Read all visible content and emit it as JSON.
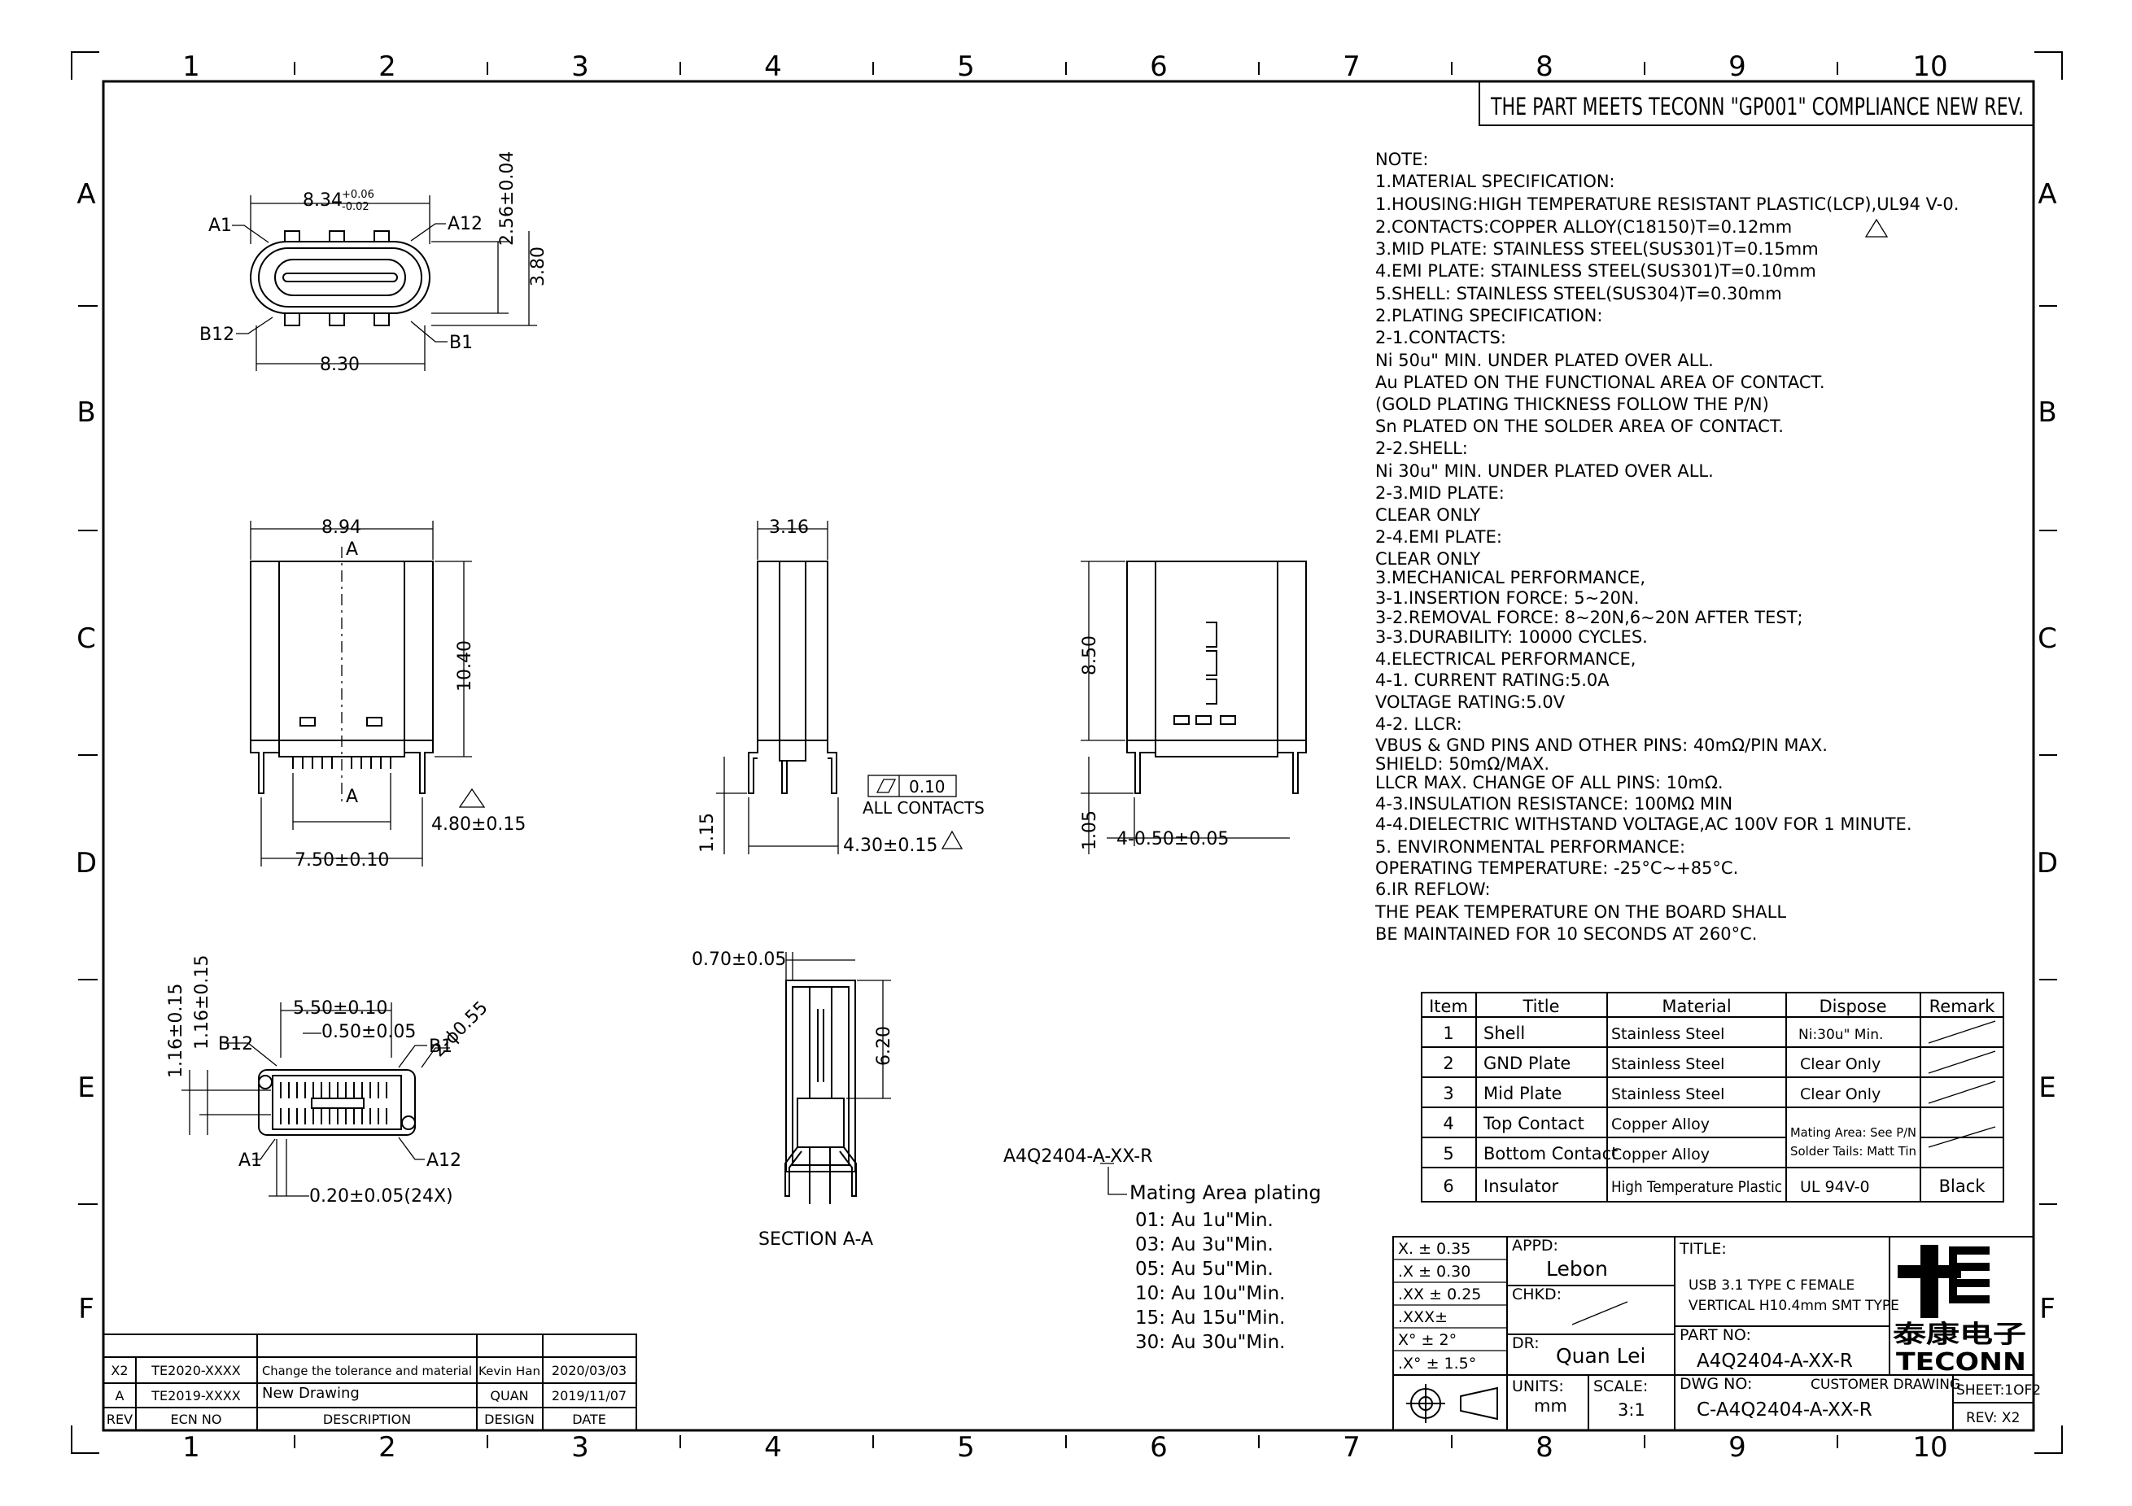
{
  "compliance": "THE PART MEETS TECONN \"GP001\" COMPLIANCE NEW REV.",
  "zones": {
    "columns": [
      "1",
      "2",
      "3",
      "4",
      "5",
      "6",
      "7",
      "8",
      "9",
      "10"
    ],
    "rows": [
      "A",
      "B",
      "C",
      "D",
      "E",
      "F"
    ]
  },
  "views": {
    "front": {
      "width_top": "8.34",
      "width_top_tol_plus": "+0.06",
      "width_top_tol_minus": "-0.02",
      "height_shell": "2.56±0.04",
      "height_total": "3.80",
      "width_bottom": "8.30",
      "pin_a1": "A1",
      "pin_a12": "A12",
      "pin_b12": "B12",
      "pin_b1": "B1"
    },
    "side": {
      "width": "8.94",
      "height": "10.40",
      "section_mark": "A",
      "pitch_tail": "4.80±0.15",
      "tail_span": "7.50±0.10"
    },
    "end": {
      "thickness": "3.16",
      "tail": "1.15",
      "coplanarity": "0.10",
      "coplanarity_note": "ALL CONTACTS",
      "tail_width": "4.30±0.15"
    },
    "rear": {
      "height": "8.50",
      "tail": "1.05",
      "tail_width": "4-0.50±0.05"
    },
    "bottom": {
      "pitch_group": "5.50±0.10",
      "pitch": "0.50±0.05",
      "hole": "2-ϕ0.55",
      "offset1": "1.16±0.15",
      "offset2": "1.16±0.15",
      "pin_width": "0.20±0.05(24X)",
      "pin_b12": "B12",
      "pin_b1": "B1",
      "pin_a1": "A1",
      "pin_a12": "A12"
    },
    "section": {
      "label": "SECTION A-A",
      "shell": "0.70±0.05",
      "height": "6.20"
    }
  },
  "part_code": {
    "code": "A4Q2404-A-XX-R",
    "caption": "Mating Area plating",
    "options": [
      "01: Au 1u\"Min.",
      "03: Au 3u\"Min.",
      "05: Au 5u\"Min.",
      "10: Au 10u\"Min.",
      "15: Au 15u\"Min.",
      "30: Au 30u\"Min."
    ]
  },
  "notes": [
    "NOTE:",
    "1.MATERIAL SPECIFICATION:",
    "  1.HOUSING:HIGH TEMPERATURE RESISTANT PLASTIC(LCP),UL94 V-0.",
    "  2.CONTACTS:COPPER ALLOY(C18150)T=0.12mm",
    "  3.MID PLATE: STAINLESS STEEL(SUS301)T=0.15mm",
    "  4.EMI PLATE: STAINLESS STEEL(SUS301)T=0.10mm",
    "  5.SHELL: STAINLESS STEEL(SUS304)T=0.30mm",
    "2.PLATING SPECIFICATION:",
    "  2-1.CONTACTS:",
    "   Ni 50u\" MIN. UNDER PLATED OVER ALL.",
    "   Au PLATED ON THE FUNCTIONAL AREA OF CONTACT.",
    "   (GOLD PLATING THICKNESS FOLLOW THE P/N)",
    "   Sn PLATED ON THE SOLDER AREA OF CONTACT.",
    "2-2.SHELL:",
    "   Ni 30u\" MIN. UNDER PLATED OVER ALL.",
    "2-3.MID PLATE:",
    "   CLEAR ONLY",
    "2-4.EMI PLATE:",
    "   CLEAR ONLY",
    "3.MECHANICAL PERFORMANCE,",
    "   3-1.INSERTION FORCE: 5~20N.",
    "   3-2.REMOVAL FORCE: 8~20N,6~20N AFTER TEST;",
    "   3-3.DURABILITY: 10000 CYCLES.",
    "4.ELECTRICAL PERFORMANCE,",
    "   4-1. CURRENT RATING:5.0A",
    "        VOLTAGE RATING:5.0V",
    "   4-2. LLCR:",
    "         VBUS & GND PINS AND OTHER PINS: 40mΩ/PIN MAX.",
    "         SHIELD: 50mΩ/MAX.",
    "         LLCR MAX. CHANGE OF ALL PINS: 10mΩ.",
    "   4-3.INSULATION RESISTANCE: 100MΩ   MIN",
    "   4-4.DIELECTRIC WITHSTAND VOLTAGE,AC 100V FOR 1 MINUTE.",
    "5. ENVIRONMENTAL PERFORMANCE:",
    "   OPERATING TEMPERATURE: -25°C~+85°C.",
    "6.IR REFLOW:",
    "   THE PEAK TEMPERATURE ON THE BOARD SHALL",
    "   BE MAINTAINED FOR 10 SECONDS AT 260°C."
  ],
  "bom": {
    "headers": [
      "Item",
      "Title",
      "Material",
      "Dispose",
      "Remark"
    ],
    "rows": [
      [
        "1",
        "Shell",
        "Stainless Steel",
        "Ni:30u\" Min.",
        ""
      ],
      [
        "2",
        "GND Plate",
        "Stainless Steel",
        "Clear Only",
        ""
      ],
      [
        "3",
        "Mid Plate",
        "Stainless Steel",
        "Clear Only",
        ""
      ],
      [
        "4",
        "Top Contact",
        "Copper Alloy",
        "",
        ""
      ],
      [
        "5",
        "Bottom Contact",
        "Copper Alloy",
        "",
        ""
      ],
      [
        "6",
        "Insulator",
        "High Temperature Plastic",
        "UL 94V-0",
        "Black"
      ]
    ],
    "dispose_merged": [
      "Mating Area: See P/N",
      "Solder Tails: Matt Tin"
    ]
  },
  "title_block": {
    "tolerances": [
      "X.  ± 0.35",
      ".X  ± 0.30",
      ".XX ± 0.25",
      ".XXX±",
      "X°  ±  2°",
      ".X°  ±  1.5°"
    ],
    "appd_label": "APPD:",
    "appd": "Lebon",
    "chkd_label": "CHKD:",
    "dr_label": "DR:",
    "dr": "Quan Lei",
    "units_label": "UNITS:",
    "units": "mm",
    "scale_label": "SCALE:",
    "scale": "3:1",
    "title_label": "TITLE:",
    "title_line1": "USB 3.1 TYPE C FEMALE",
    "title_line2": "VERTICAL H10.4mm SMT TYPE",
    "part_no_label": "PART NO:",
    "part_no": "A4Q2404-A-XX-R",
    "dwg_no_label": "DWG NO:",
    "dwg_no": "C-A4Q2404-A-XX-R",
    "customer": "CUSTOMER DRAWING",
    "company_cn": "泰康电子",
    "company_en": "TECONN",
    "sheet": "SHEET:1OF2",
    "rev": "REV: X2"
  },
  "revisions": {
    "headers": [
      "REV",
      "ECN NO",
      "DESCRIPTION",
      "DESIGN",
      "DATE"
    ],
    "rows": [
      [
        "X2",
        "TE2020-XXXX",
        "Change the tolerance and material",
        "Kevin Han",
        "2020/03/03"
      ],
      [
        "A",
        "TE2019-XXXX",
        "New Drawing",
        "QUAN",
        "2019/11/07"
      ]
    ]
  }
}
